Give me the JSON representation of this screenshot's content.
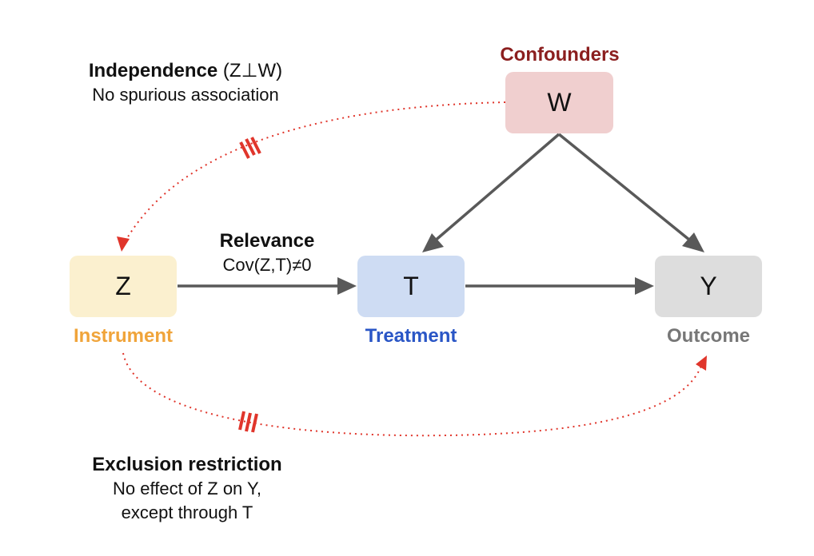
{
  "nodes": {
    "W": {
      "letter": "W",
      "caption": "Confounders",
      "fill": "#f0cfcf",
      "caption_color": "#8b1e1e"
    },
    "Z": {
      "letter": "Z",
      "caption": "Instrument",
      "fill": "#fbf0cf",
      "caption_color": "#f0a43a"
    },
    "T": {
      "letter": "T",
      "caption": "Treatment",
      "fill": "#cedcf3",
      "caption_color": "#2a56c6"
    },
    "Y": {
      "letter": "Y",
      "caption": "Outcome",
      "fill": "#dddddd",
      "caption_color": "#777777"
    }
  },
  "notes": {
    "independence": {
      "title": "Independence",
      "title_suffix": " (Z⊥W)",
      "subtitle": "No spurious association"
    },
    "relevance": {
      "title": "Relevance",
      "subtitle": "Cov(Z,T)≠0"
    },
    "exclusion": {
      "title": "Exclusion restriction",
      "line1": "No effect of Z on Y,",
      "line2": "except through T"
    }
  },
  "colors": {
    "arrow": "#595959",
    "violation": "#e0352b"
  }
}
